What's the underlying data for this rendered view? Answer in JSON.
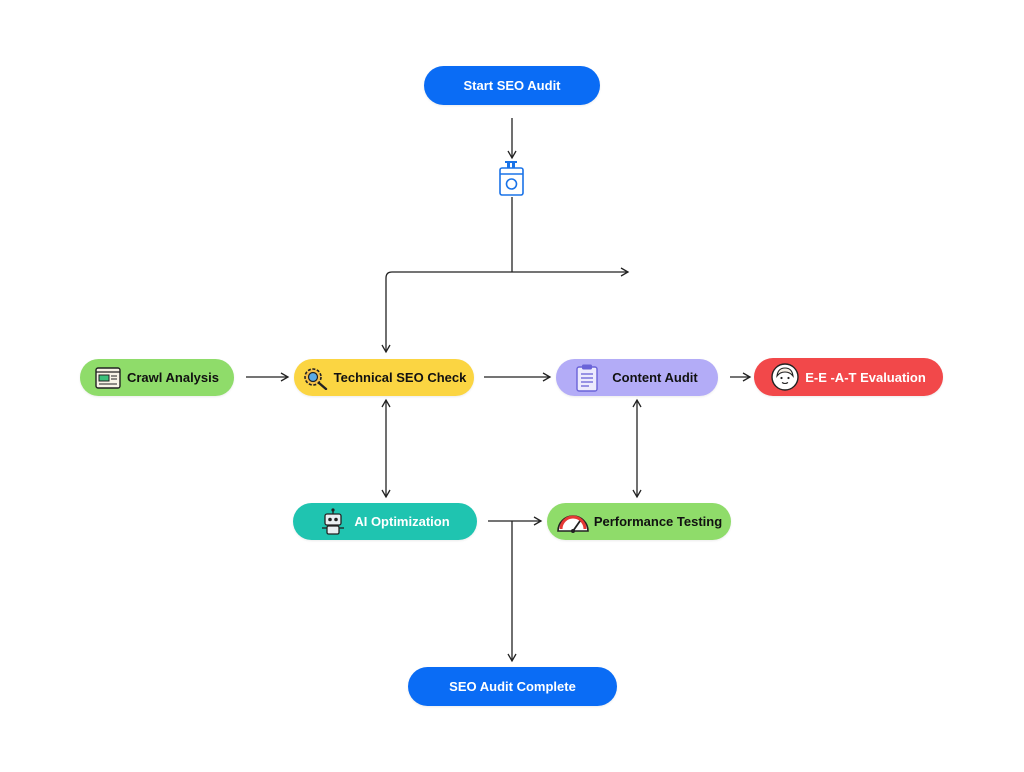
{
  "nodes": {
    "start": {
      "label": "Start SEO Audit",
      "icon": "none",
      "color": "#0a6cf5"
    },
    "crawl": {
      "label": "Crawl Analysis",
      "icon": "crawler-icon",
      "color": "#8fdc6a"
    },
    "technical": {
      "label": "Technical SEO Check",
      "icon": "magnifier-gear-icon",
      "color": "#fbd542"
    },
    "content": {
      "label": "Content Audit",
      "icon": "clipboard-icon",
      "color": "#b3acf7"
    },
    "eeat": {
      "label": "E-E -A-T Evaluation",
      "icon": "person-face-icon",
      "color": "#f2484a"
    },
    "ai": {
      "label": "AI Optimization",
      "icon": "robot-icon",
      "color": "#1fc4b0"
    },
    "performance": {
      "label": "Performance Testing",
      "icon": "speedometer-icon",
      "color": "#8fdc6a"
    },
    "complete": {
      "label": "SEO Audit Complete",
      "icon": "none",
      "color": "#0a6cf5"
    }
  },
  "decision_icon": "robot-box-icon"
}
